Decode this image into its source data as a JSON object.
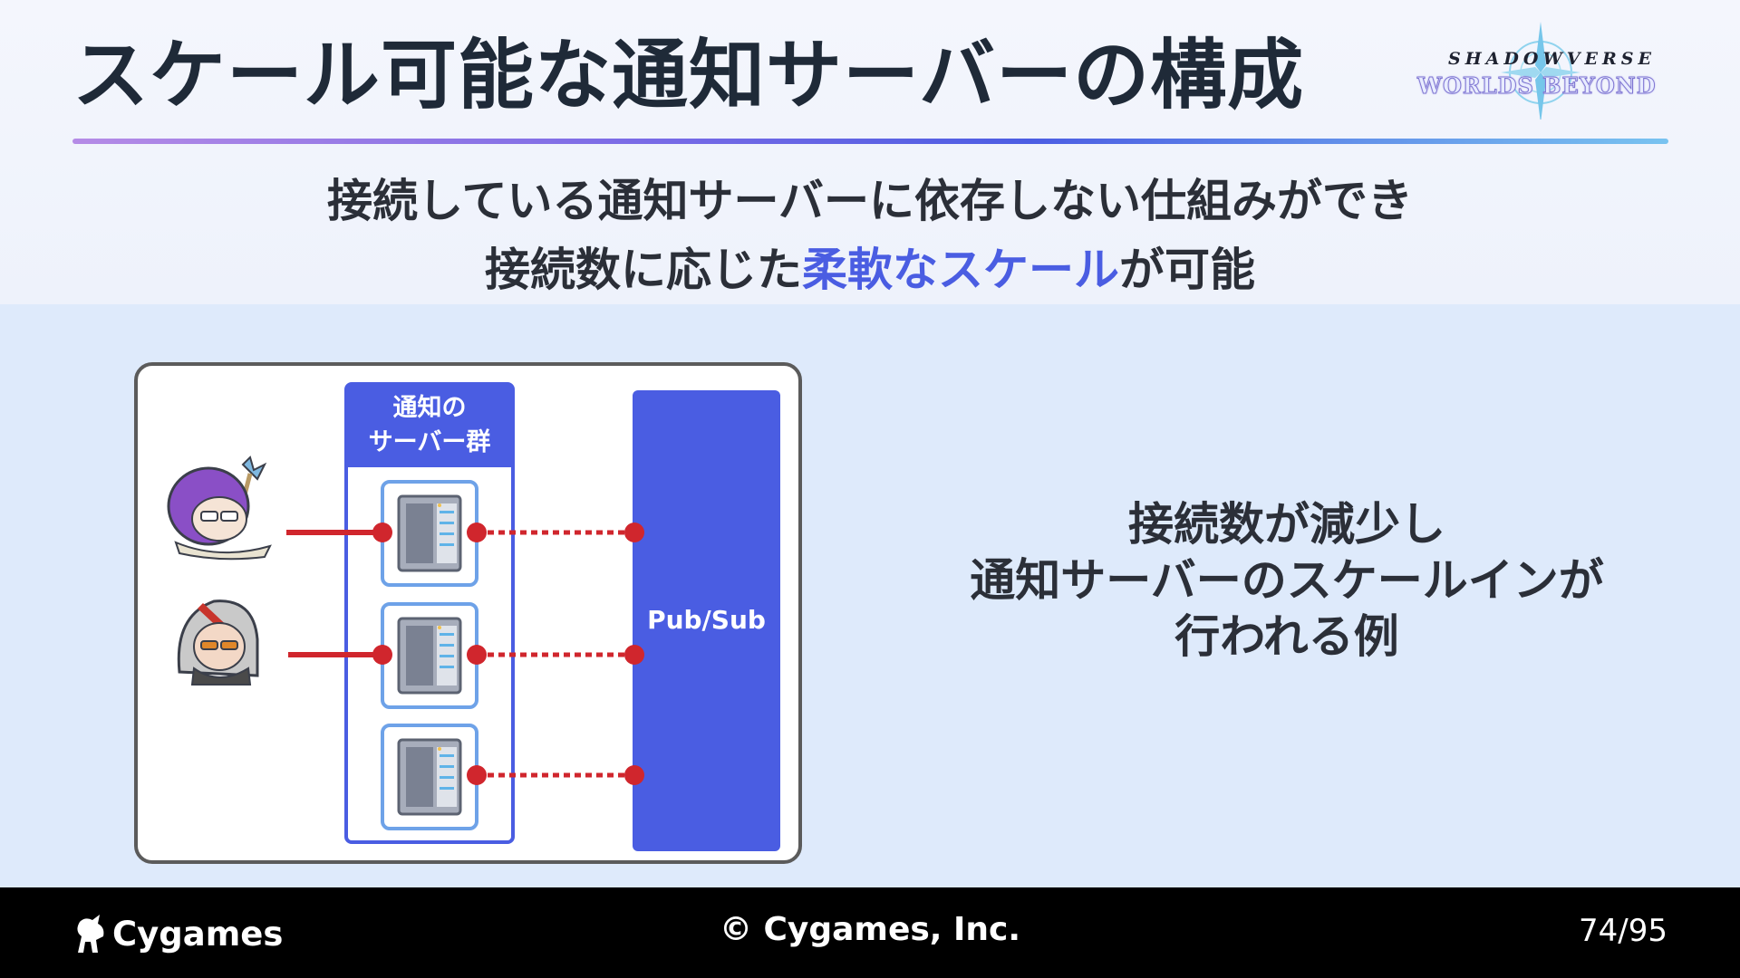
{
  "slide": {
    "title": "スケール可能な通知サーバーの構成",
    "subtitle_line1": "接続している通知サーバーに依存しない仕組みができ",
    "subtitle_line2_before": "接続数に応じた",
    "subtitle_line2_highlight": "柔軟なスケール",
    "subtitle_line2_after": "が可能",
    "accent_color": "#4a5de2"
  },
  "logo": {
    "line1": "SHADOWVERSE",
    "line2": "WORLDS BEYOND"
  },
  "diagram": {
    "server_group_label_line1": "通知の",
    "server_group_label_line2": "サーバー群",
    "pubsub_label": "Pub/Sub",
    "servers": [
      "server",
      "server",
      "server"
    ],
    "connected_clients": 2,
    "caption_lines": [
      "接続数が減少し",
      "通知サーバーのスケールインが",
      "行われる例"
    ]
  },
  "footer": {
    "brand": "Cygames",
    "copyright": "© Cygames, Inc.",
    "page": "74/95"
  }
}
